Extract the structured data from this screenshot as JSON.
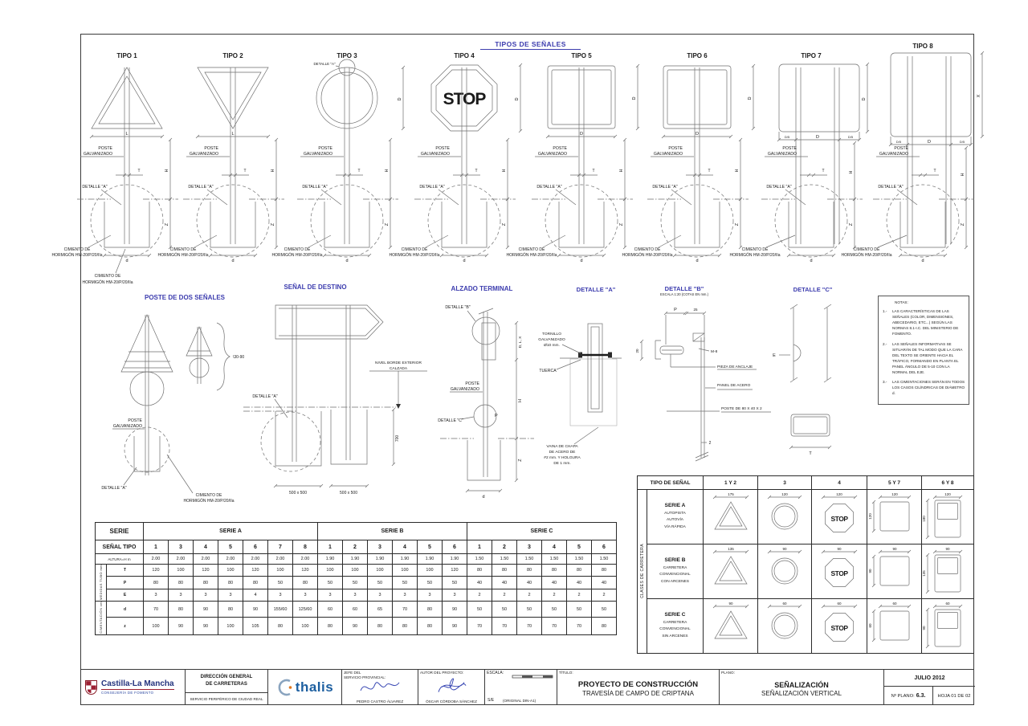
{
  "colors": {
    "heading_blue": "#3c3cae",
    "line_gray": "#6f6f6f",
    "logo_blue": "#23337e",
    "logo_red": "#9c2033",
    "thalis_blue": "#1d5fa0",
    "signature_blue": "#3a49b4"
  },
  "sign_types": {
    "heading": "TIPOS DE SEÑALES",
    "common": {
      "poste": [
        "POSTE",
        "GALVANIZADO"
      ],
      "detalle_a": "DETALLE \"A\"",
      "cimiento": [
        "CIMIENTO DE",
        "HORMIGÓN HM-20/P/20/IIa"
      ],
      "dims": {
        "h": "H",
        "t": "T",
        "z": "Z",
        "d": "d"
      }
    },
    "items": [
      {
        "title": "TIPO 1",
        "shape": "triangle",
        "wdim": "L"
      },
      {
        "title": "TIPO 2",
        "shape": "triangle_inv",
        "wdim": "L"
      },
      {
        "title": "TIPO 3",
        "shape": "circle",
        "hdim": "D",
        "detail_top": true
      },
      {
        "title": "TIPO 4",
        "shape": "octagon",
        "sign_text": "STOP",
        "hdim": "D"
      },
      {
        "title": "TIPO 5",
        "shape": "square",
        "wdim": "D",
        "hdim": "D"
      },
      {
        "title": "TIPO 6",
        "shape": "square",
        "wdim": "D",
        "hdim": "D"
      },
      {
        "title": "TIPO 7",
        "shape": "panel2",
        "wdim": "D",
        "edge": "D/5",
        "hdim": "D"
      },
      {
        "title": "TIPO 8",
        "shape": "panel2_tall",
        "wdim": "D",
        "edge": "D/5",
        "hdim": "X"
      }
    ]
  },
  "middle": {
    "poste_dos": {
      "heading": "POSTE DE DOS SEÑALES",
      "rango": "\\30-90"
    },
    "senal_destino": {
      "heading": "SEÑAL DE DESTINO",
      "nivel": [
        "NIVEL BORDE EXTERIOR",
        "CALZADA"
      ],
      "dim_700": "700",
      "dim_500a": "500 x 500",
      "dim_500b": "500 x 500"
    },
    "alzado": {
      "heading": "ALZADO TERMINAL",
      "detalle_b": "DETALLE \"B\"",
      "detalle_c": "DETALLE \"C\"",
      "dims": {
        "dlx": "D, L, X",
        "h": "H",
        "z": "Z",
        "d": "d",
        "p": "P"
      }
    },
    "detalle_a": {
      "heading": "DETALLE \"A\"",
      "tornillo": [
        "TORNILLO",
        "GALVANIZADO",
        "Ø10 mm."
      ],
      "tuerca": "TUERCA",
      "vaina": [
        "VAINA DE CHAPA",
        "DE ACERO DE",
        "#2 mm. Y HOLGURA",
        "DE 1 mm."
      ]
    },
    "detalle_b": {
      "heading": "DETALLE \"B\"",
      "escala": "ESCALA 1:20 (COTAS EN mm.)",
      "m8": "M-8",
      "pieza": "PIEZA DE ANCLAJE",
      "panel": "PANEL DE ACERO",
      "poste": "POSTE DE 80 X 40 X 2",
      "dims": {
        "p": "P",
        "v25": "25",
        "v20": "20",
        "v2": "2"
      }
    },
    "detalle_c": {
      "heading": "DETALLE \"C\"",
      "dims": {
        "e": "E",
        "t": "T"
      }
    },
    "notas": {
      "title": "NOTAS:",
      "items": [
        {
          "num": "1.-",
          "text": "LAS CARACTERÍSTICAS DE LAS SEÑALES (COLOR, DIMENSIONES, ABECEDARIO, ETC...) SEGÚN LAS NORMAS 8.1-I.C. DEL MINISTERIO DE FOMENTO."
        },
        {
          "num": "2.-",
          "text": "LAS SEÑALES INFORMATIVAS SE SITUARÁN DE TAL MODO QUE LA CARA DEL TEXTO SE ORIENTE HACIA EL TRÁFICO, FORMANDO EN PLANTA EL PANEL ÁNGULO DE 5-10 CON LA NORMAL DEL EJE."
        },
        {
          "num": "3.-",
          "text": "LAS CIMENTACIONES SERÁN EN TODOS LOS CASOS CILÍNDRICAS DE DIÁMETRO d."
        }
      ]
    }
  },
  "dim_table": {
    "serie_label": "SERIE",
    "senal_tipo_label": "SEÑAL TIPO",
    "altura_label": "ALTURA=H m",
    "medidas_label": "MEDIDAS TUBO mm",
    "cimentacion_label": "CIMENTACIÓN cm",
    "tube_keys": [
      "T",
      "P",
      "E"
    ],
    "found_keys": [
      "d",
      "z"
    ],
    "series": [
      {
        "name": "SERIE A",
        "cols": [
          "1",
          "3",
          "4",
          "5",
          "6",
          "7",
          "8"
        ],
        "altura": [
          "2.00",
          "2.00",
          "2.00",
          "2.00",
          "2.00",
          "2.00",
          "2.00"
        ],
        "T": [
          "120",
          "100",
          "120",
          "100",
          "120",
          "100",
          "120"
        ],
        "P": [
          "80",
          "80",
          "80",
          "80",
          "80",
          "50",
          "80"
        ],
        "E": [
          "3",
          "3",
          "3",
          "3",
          "4",
          "3",
          "3"
        ],
        "d": [
          "70",
          "80",
          "90",
          "80",
          "90",
          "155/60",
          "125/60"
        ],
        "z": [
          "100",
          "90",
          "90",
          "100",
          "105",
          "80",
          "100"
        ]
      },
      {
        "name": "SERIE B",
        "cols": [
          "1",
          "2",
          "3",
          "4",
          "5",
          "6"
        ],
        "altura": [
          "1.90",
          "1.90",
          "1.90",
          "1.90",
          "1.90",
          "1.90"
        ],
        "T": [
          "100",
          "100",
          "100",
          "100",
          "100",
          "120"
        ],
        "P": [
          "50",
          "50",
          "50",
          "50",
          "50",
          "50"
        ],
        "E": [
          "3",
          "3",
          "3",
          "3",
          "3",
          "3"
        ],
        "d": [
          "60",
          "60",
          "65",
          "70",
          "80",
          "90"
        ],
        "z": [
          "80",
          "90",
          "80",
          "80",
          "80",
          "90"
        ]
      },
      {
        "name": "SERIE C",
        "cols": [
          "1",
          "2",
          "3",
          "4",
          "5",
          "6"
        ],
        "altura": [
          "1.50",
          "1.50",
          "1.50",
          "1.50",
          "1.50",
          "1.50"
        ],
        "T": [
          "80",
          "80",
          "80",
          "80",
          "80",
          "80"
        ],
        "P": [
          "40",
          "40",
          "40",
          "40",
          "40",
          "40"
        ],
        "E": [
          "2",
          "2",
          "2",
          "2",
          "2",
          "2"
        ],
        "d": [
          "50",
          "50",
          "50",
          "50",
          "50",
          "50"
        ],
        "z": [
          "70",
          "70",
          "70",
          "70",
          "70",
          "80"
        ]
      }
    ]
  },
  "size_table": {
    "header_label": "TIPO DE SEÑAL",
    "columns": [
      "1 Y 2",
      "3",
      "4",
      "5 Y 7",
      "6 Y 8"
    ],
    "side_label": "CLASES DE CARRETERA",
    "stop_text": "STOP",
    "rows": [
      {
        "serie": "SERIE A",
        "desc": [
          "AUTOPISTA",
          "AUTOVÍA",
          "VÍA RÁPIDA"
        ],
        "triangle": "175",
        "circle": "120",
        "stop": "120",
        "square_w": "120",
        "square_h": "120",
        "rect_w": "120",
        "rect_h": "180"
      },
      {
        "serie": "SERIE B",
        "desc": [
          "CARRETERA",
          "CONVENCIONAL",
          "CON ARCENES"
        ],
        "triangle": "135",
        "circle": "90",
        "stop": "90",
        "square_w": "90",
        "square_h": "90",
        "rect_w": "90",
        "rect_h": "135"
      },
      {
        "serie": "SERIE C",
        "desc": [
          "CARRETERA",
          "CONVENCIONAL",
          "SIN ARCENES"
        ],
        "triangle": "90",
        "circle": "60",
        "stop": "60",
        "square_w": "60",
        "square_h": "60",
        "rect_w": "60",
        "rect_h": "90"
      }
    ]
  },
  "title_block": {
    "org": {
      "name": "Castilla-La Mancha",
      "sub": "CONSEJERÍA DE FOMENTO"
    },
    "direccion": {
      "line1": "DIRECCIÓN GENERAL",
      "line2": "DE CARRETERAS",
      "line3": "SERVICIO PERIFÉRICO DE CIUDAD REAL"
    },
    "thalis": "thalis",
    "jefe": {
      "label1": "JEFE DEL",
      "label2": "SERVICIO PROVINCIAL:",
      "name": "PEDRO CASTRO ÁLVAREZ"
    },
    "autor": {
      "label": "AUTOR DEL PROYECTO:",
      "name": "ÓSCAR CÓRDOBA SÁNCHEZ"
    },
    "escala": {
      "label": "ESCALA:",
      "value": "S/E",
      "note": "(ORIGINAL DIN-A1)"
    },
    "titulo": {
      "label": "TÍTULO:",
      "line1": "PROYECTO DE CONSTRUCCIÓN",
      "line2": "TRAVESÍA DE CAMPO DE CRIPTANA"
    },
    "plano": {
      "label": "PLANO:",
      "line1": "SEÑALIZACIÓN",
      "line2": "SEÑALIZACIÓN VERTICAL"
    },
    "fecha": "JULIO 2012",
    "num_plano": {
      "label": "Nº PLANO:",
      "value": "6.3."
    },
    "hoja": "HOJA 01 DE 02"
  }
}
